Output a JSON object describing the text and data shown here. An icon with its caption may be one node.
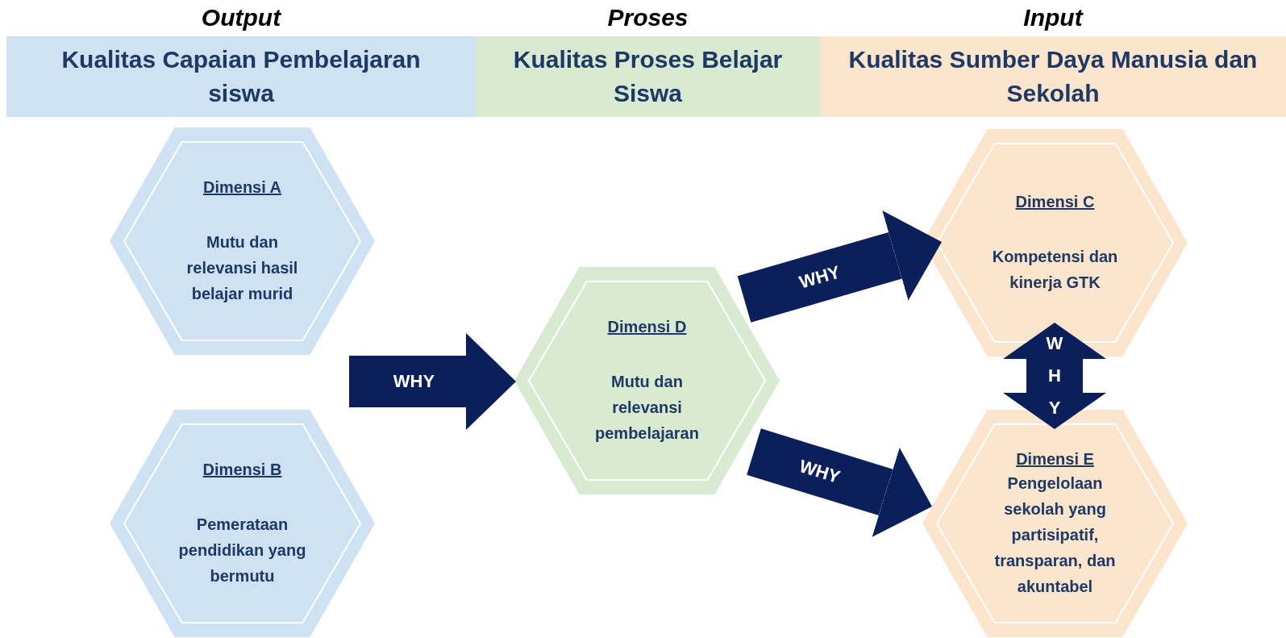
{
  "diagram": {
    "nodes": [
      {
        "text": [
          "Output",
          "Kualitas Capaian Pembelajaran siswa"
        ]
      },
      {
        "text": [
          "Proses",
          "Kualitas Proses Belajar Siswa"
        ]
      },
      {
        "text": [
          "Input",
          "Kualitas Sumber Daya Manusia dan Sekolah"
        ]
      },
      {
        "text": [
          "Dimensi A",
          "Mutu dan relevansi hasil belajar murid"
        ]
      },
      {
        "text": [
          "Dimensi B",
          "Pemerataan pendidikan yang bermutu"
        ]
      },
      {
        "text": [
          "Dimensi D",
          "Mutu dan relevansi pembelajaran"
        ]
      },
      {
        "text": [
          "Dimensi C",
          "Kompetensi dan kinerja GTK"
        ]
      },
      {
        "text": [
          "Dimensi E",
          "Pengelolaan sekolah yang partisipatif, transparan, dan akuntabel"
        ]
      }
    ],
    "edges": [
      {
        "from": null,
        "to": 5,
        "arrow": "to",
        "label": "WHY"
      },
      {
        "from": 5,
        "to": 6,
        "arrow": "to",
        "label": "WHY"
      },
      {
        "from": 5,
        "to": 7,
        "arrow": "to",
        "label": "WHY"
      },
      {
        "from": 6,
        "to": 7,
        "arrow": "both",
        "label": "WHY"
      }
    ]
  }
}
